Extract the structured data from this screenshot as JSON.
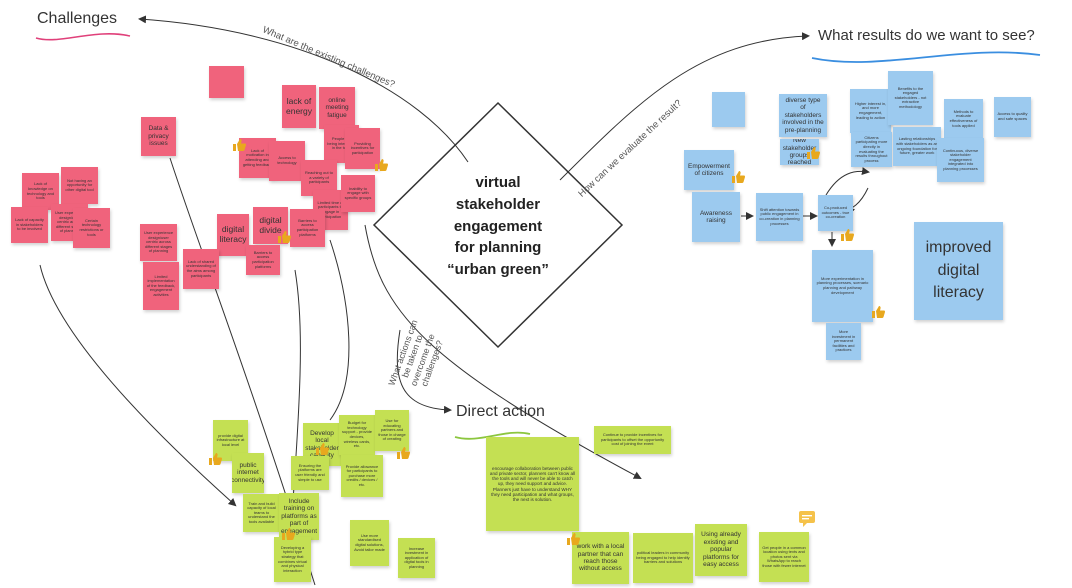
{
  "center": {
    "lines": [
      "virtual",
      "stakeholder",
      "engagement",
      "for planning",
      "“urban green”"
    ]
  },
  "headers": {
    "challenges": "Challenges",
    "results": "What results do we want to see?",
    "direct_action": "Direct action"
  },
  "edges": {
    "existing_challenges": "What are the existing challenges?",
    "evaluate_result": "How can we evaluate the result?",
    "actions_taken": "What actions can be taken to overcome the challenges?"
  },
  "challenges": {
    "lack_of_energy": "lack of energy",
    "online_fatigue": "online meeting fatigue",
    "data_privacy": "Data & privacy issues",
    "digital_literacy": "digital literacy",
    "digital_divide": "digital divide",
    "tiny1": "Lack of motivation in attending and getting feedback",
    "tiny2": "Not having an opportunity for other digital tool",
    "tiny3": "Lack of knowledge on technology and tools",
    "tiny4": "Access to technology",
    "tiny5": "Lack of capacity in stakeholders to be involved",
    "tiny6": "People not being interested in the topic",
    "tiny7": "Providing incentives for participation",
    "tiny8": "Reaching out to a variety of participants",
    "tiny9": "Limited time of participants to engage in participation",
    "tiny10": "Inability to engage with specific groups",
    "tiny11": "User experience design/user centric across different stages of planning",
    "tiny12": "Lack of shared understanding of the aims among participants",
    "tiny13": "Limited implementation of the feedback, engagement activities",
    "tiny14": "Certain technology restrictions or tools",
    "tiny15": "Barriers to access participation platforms"
  },
  "results": {
    "empowerment": "Empowerment of citizens",
    "awareness": "Awareness raising",
    "improved_literacy": "improved digital literacy",
    "diverse": "diverse type of stakeholders involved in the pre-planning",
    "new_stakeholders": "New stakeholder groups reached",
    "tiny1": "Benefits to the engaged stakeholders - not extractive methodology",
    "tiny2": "Higher interest in, and more engagement, leading to action",
    "tiny3": "Lasting relationships with stakeholders as an ongoing foundation for future, greater work",
    "tiny4": "Methods to evaluate effectiveness of tools applied",
    "tiny5": "Access to quality and safe spaces",
    "tiny6": "Continuous, diverse stakeholder engagement integrated into planning processes",
    "tiny7": "Shift attention towards public engagement in co-creation in planning processes",
    "tiny8": "Co-produced outcomes - true co-creation",
    "tiny9": "More experimentation in planning processes, scenario planning and pathway development",
    "tiny10": "More investment in permanent facilities and practices",
    "tiny11": "Citizens participating more directly in evaluating the results throughout process"
  },
  "actions": {
    "provide_infra": "provide digital infrastructure at local level",
    "public_internet": "public internet connectivity",
    "develop_local": "Develop local stakeholder capacity",
    "include_training": "Include training on platforms as part of engagement",
    "work_partner": "work with a local partner that can reach those without access",
    "political_leaders": "political leaders in community being engaged to help identify barriers and solutions",
    "using_existing": "Using already existing and popular platforms for easy access",
    "encourage": "encourage collaboration between public and private sector, planners can't know all the tools and will never be able to catch up, they need support and advice. Planners just have to understand WHY they need participation and what groups, the next is solution.",
    "continue": "Continue to provide incentives for participants to offset the opportunity cost of joining the event",
    "tiny1": "Budget for technology support - provide devices, wireless cards, etc.",
    "tiny2": "Use for educating partners and those in charge of creating",
    "tiny3": "Provide allowance for participants to purchase more credits / devices / etc.",
    "tiny4": "Ensuring the platforms are user friendly and simple to use",
    "tiny5": "Train and build capacity of local teams to understand the tools available",
    "tiny6": "Developing a hybrid type strategy that combines virtual and physical interaction",
    "tiny7": "Use more standardised digital solutions, Avoid tailor made",
    "tiny8": "Increase investment in application of digital tools in planning",
    "tiny9": "Get people in a common location using texts and photos sent via WhatsApp to reach those with fewer internet"
  },
  "icons": {
    "thumb": "thumbs-up-icon",
    "comment": "comment-icon"
  },
  "colors": {
    "pink_note": "#f0637c",
    "blue_note": "#9ccaef",
    "green_note": "#c4e053",
    "challenges_underline": "#e0407a",
    "results_underline": "#3a8ee0",
    "action_underline": "#8cc63f",
    "thumb": "#e8a81e"
  }
}
